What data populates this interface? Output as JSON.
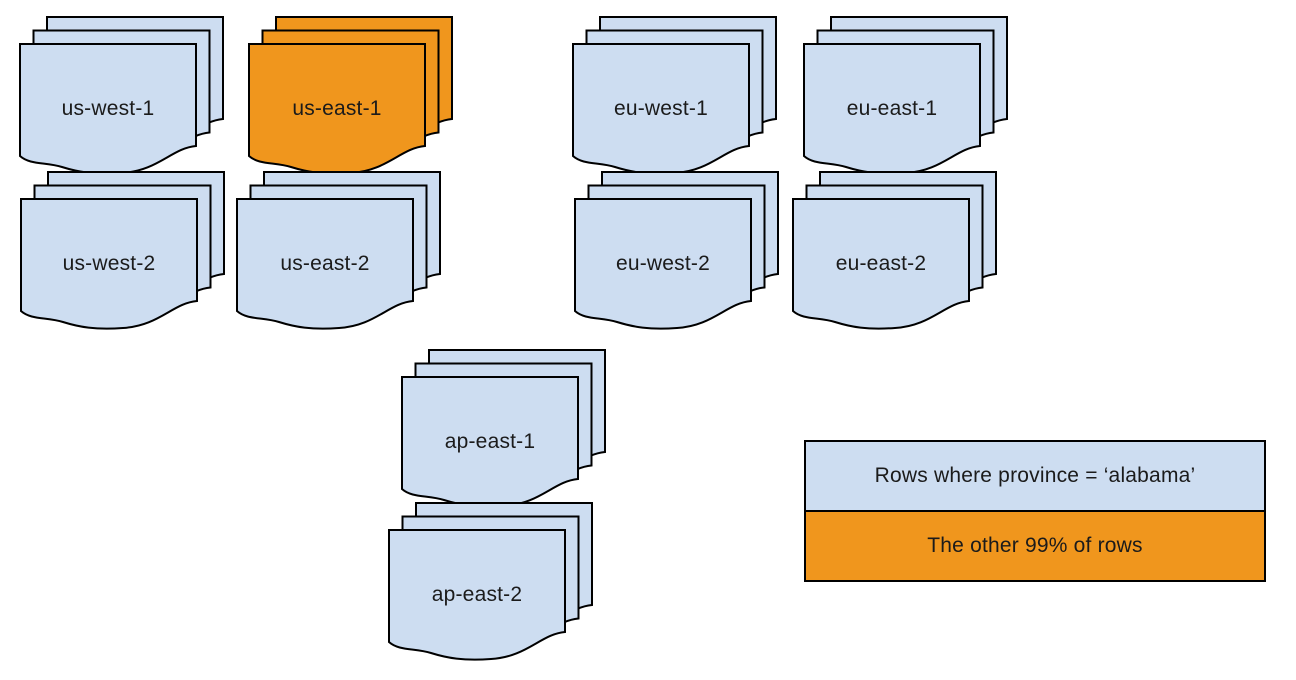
{
  "palette": {
    "document_blue": "#cdddf1",
    "highlight_orange": "#f0961d",
    "outline": "#000000",
    "background": "#ffffff"
  },
  "stacks": [
    {
      "id": "us-west-1",
      "label": "us-west-1",
      "variant": "blue"
    },
    {
      "id": "us-east-1",
      "label": "us-east-1",
      "variant": "orange"
    },
    {
      "id": "eu-west-1",
      "label": "eu-west-1",
      "variant": "blue"
    },
    {
      "id": "eu-east-1",
      "label": "eu-east-1",
      "variant": "blue"
    },
    {
      "id": "us-west-2",
      "label": "us-west-2",
      "variant": "blue"
    },
    {
      "id": "us-east-2",
      "label": "us-east-2",
      "variant": "blue"
    },
    {
      "id": "eu-west-2",
      "label": "eu-west-2",
      "variant": "blue"
    },
    {
      "id": "eu-east-2",
      "label": "eu-east-2",
      "variant": "blue"
    },
    {
      "id": "ap-east-1",
      "label": "ap-east-1",
      "variant": "blue"
    },
    {
      "id": "ap-east-2",
      "label": "ap-east-2",
      "variant": "blue"
    }
  ],
  "legend": {
    "items": [
      {
        "label": "Rows where province = ‘alabama’",
        "variant": "blue"
      },
      {
        "label": "The other 99% of rows",
        "variant": "orange"
      }
    ]
  }
}
